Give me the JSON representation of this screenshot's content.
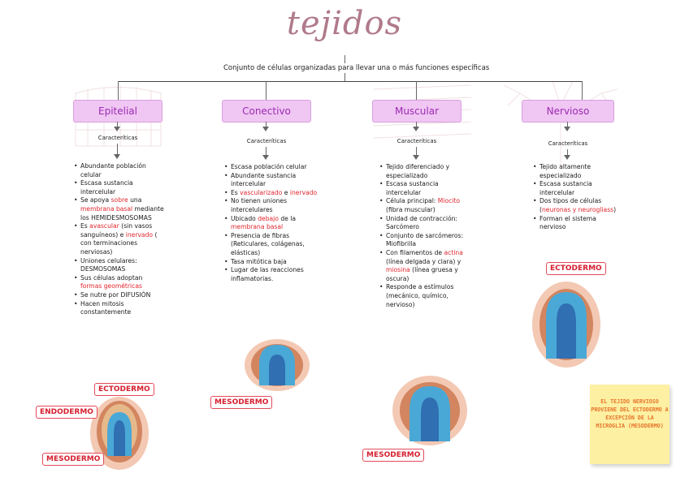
{
  "title": "tejidos",
  "subtitle": "Conjunto de células organizadas para llevar una o más funciones específicas",
  "colors": {
    "header_bg": "#f0c6f3",
    "header_text": "#9c2bb3",
    "highlight": "#e0252d",
    "note_bg": "#fdf0a2",
    "note_text": "#e6732a"
  },
  "columns": [
    {
      "name": "Epitelial",
      "caracteristicas": "Caracteríticas",
      "features": [
        [
          "Abundante población celular"
        ],
        [
          "Escasa sustancia intercelular"
        ],
        [
          "Se apoya ",
          {
            "r": "sobre"
          },
          " una ",
          {
            "r": "membrana basal"
          },
          " mediante los HEMIDESMOSOMAS"
        ],
        [
          "Es ",
          {
            "r": "avascular"
          },
          " (sin vasos sanguíneos) e ",
          {
            "r": "inervado"
          },
          " ( con terminaciones nerviosas)"
        ],
        [
          "Uniones celulares: DESMOSOMAS"
        ],
        [
          "Sus células adoptan ",
          {
            "r": "formas geométricas"
          }
        ],
        [
          "Se nutre por DIFUSIÓN"
        ],
        [
          "Hacen mitosis constantemente"
        ]
      ],
      "embryo_labels": [
        "ECTODERMO",
        "ENDODERMO",
        "MESODERMO"
      ]
    },
    {
      "name": "Conectivo",
      "caracteristicas": "Caracteríticas",
      "features": [
        [
          "Escasa población celular"
        ],
        [
          "Abundante sustancia intercelular"
        ],
        [
          "Es ",
          {
            "r": "vascularizado"
          },
          " e ",
          {
            "r": "inervado"
          }
        ],
        [
          "No tienen uniones intercelulares"
        ],
        [
          "Ubicado ",
          {
            "r": "debajo"
          },
          " de la ",
          {
            "r": "membrana basal"
          }
        ],
        [
          "Presencia de fibras (Reticulares, colágenas, elásticas)"
        ],
        [
          "Tasa mitótica baja"
        ],
        [
          "Lugar de las reacciones inflamatorias."
        ]
      ],
      "embryo_labels": [
        "MESODERMO"
      ]
    },
    {
      "name": "Muscular",
      "caracteristicas": "Caracteríticas",
      "features": [
        [
          "Tejido diferenciado y especializado"
        ],
        [
          "Escasa sustancia intercelular"
        ],
        [
          "Célula principal: ",
          {
            "r": "Miocito"
          },
          " (fibra muscular)"
        ],
        [
          "Unidad de contracción: Sarcómero"
        ],
        [
          "Conjunto de sarcómeros: Miofibrilla"
        ],
        [
          "Con filamentos de ",
          {
            "r": "actina"
          },
          " (línea delgada y clara) y ",
          {
            "r": "miosina"
          },
          " (línea gruesa y oscura)"
        ],
        [
          "Responde a estímulos (mecánico, químico, nervioso)"
        ]
      ],
      "embryo_labels": [
        "MESODERMO"
      ]
    },
    {
      "name": "Nervioso",
      "caracteristicas": "Caracteríticas",
      "features": [
        [
          "Tejido altamente especializado"
        ],
        [
          "Escasa sustancia intercelular"
        ],
        [
          "Dos tipos de células (",
          {
            "r": "neuronas y neurogliass"
          },
          ")"
        ],
        [
          "Forman el sistema nervioso"
        ]
      ],
      "embryo_labels": [
        "ECTODERMO"
      ]
    }
  ],
  "note": "EL TEJIDO NERVIOSO PROVIENE DEL ECTODERMO A EXCEPCIÓN DE LA MICROGLIA (MESODERMO)"
}
